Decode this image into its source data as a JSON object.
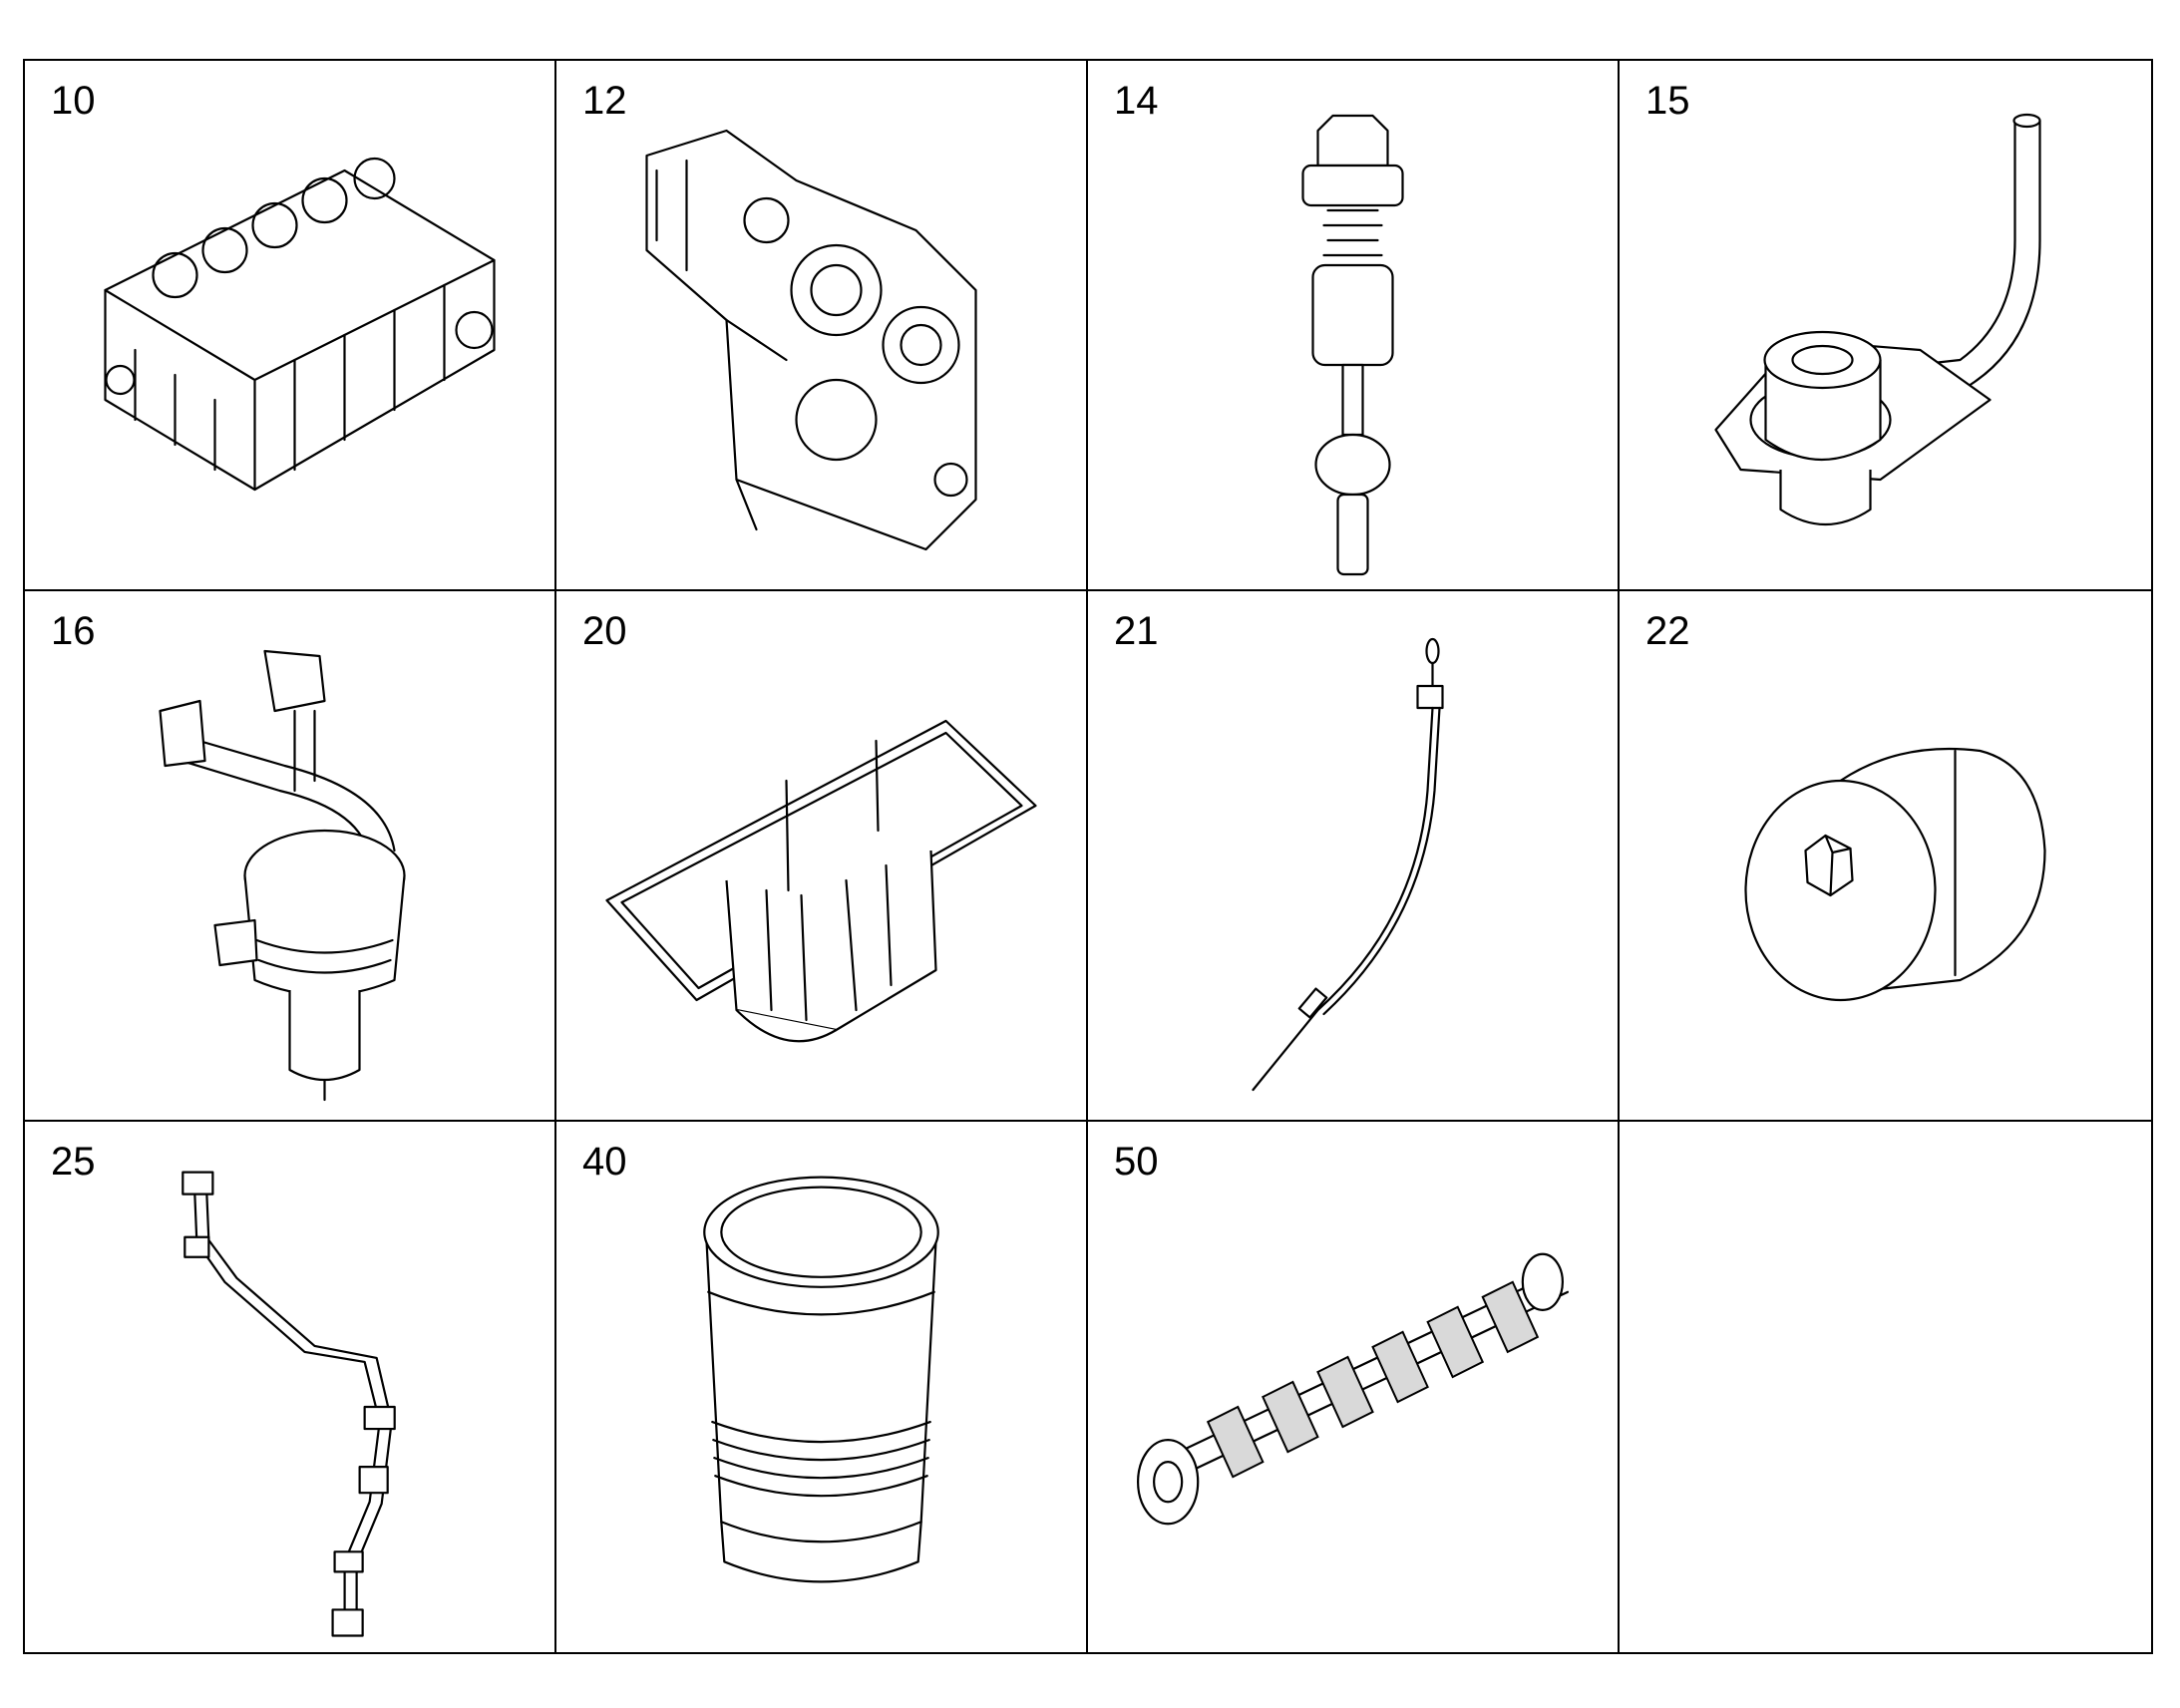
{
  "parts": [
    {
      "number": "10",
      "icon": "cylinder-block-icon"
    },
    {
      "number": "12",
      "icon": "timing-case-cover-icon"
    },
    {
      "number": "14",
      "icon": "valve-plug-icon"
    },
    {
      "number": "15",
      "icon": "pipe-flange-fitting-icon"
    },
    {
      "number": "16",
      "icon": "oil-separator-icon"
    },
    {
      "number": "20",
      "icon": "oil-pan-icon"
    },
    {
      "number": "21",
      "icon": "dipstick-icon"
    },
    {
      "number": "22",
      "icon": "hex-socket-plug-icon"
    },
    {
      "number": "25",
      "icon": "tube-assembly-icon"
    },
    {
      "number": "40",
      "icon": "cylinder-liner-icon"
    },
    {
      "number": "50",
      "icon": "crankshaft-icon"
    },
    {
      "number": "",
      "icon": ""
    }
  ]
}
